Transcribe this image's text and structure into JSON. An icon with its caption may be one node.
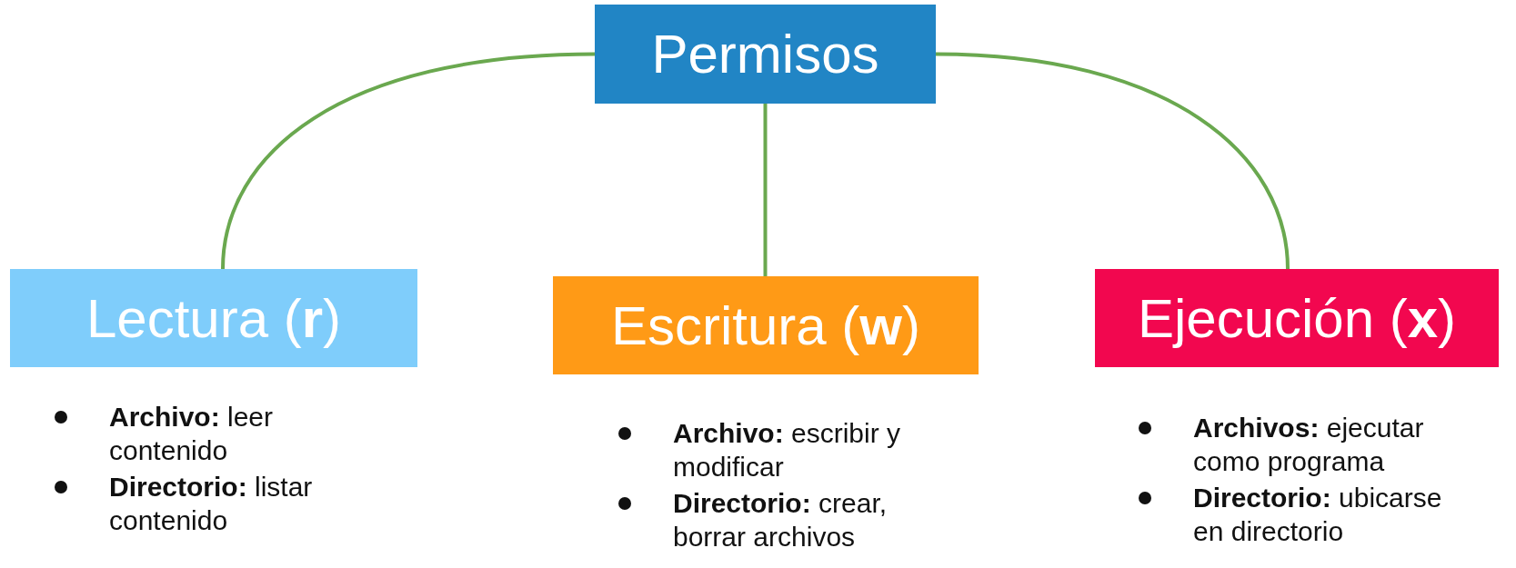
{
  "diagram": {
    "nodes": [
      {
        "text": [
          "Permisos"
        ]
      },
      {
        "text": [
          "Lectura (**r**)"
        ],
        "beside": [
          "**Archivo:** leer contenido",
          "**Directorio:** listar contenido"
        ]
      },
      {
        "text": [
          "Escritura (**w**)"
        ],
        "beside": [
          "**Archivo:** escribir y modificar",
          "**Directorio:** crear, borrar archivos"
        ]
      },
      {
        "text": [
          "Ejecución (**x**)"
        ],
        "beside": [
          "**Archivos:** ejecutar como programa",
          "**Directorio:** ubicarse en directorio"
        ]
      }
    ],
    "edges": [
      {
        "from": 0,
        "to": 1,
        "arrow": "none"
      },
      {
        "from": 0,
        "to": 2,
        "arrow": "none"
      },
      {
        "from": 0,
        "to": 3,
        "arrow": "none"
      }
    ]
  }
}
